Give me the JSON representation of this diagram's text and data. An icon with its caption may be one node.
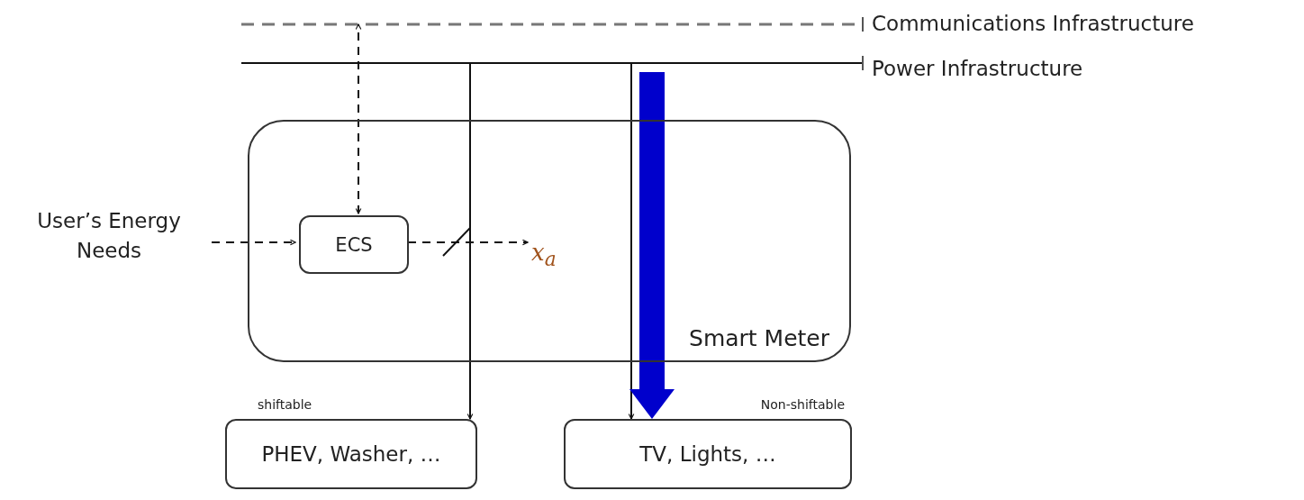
{
  "diagram": {
    "nodes": [
      {
        "text": [
          "Communications Infrastructure"
        ]
      },
      {
        "text": [
          "Power Infrastructure"
        ]
      },
      {
        "text": [
          "Smart Meter"
        ]
      },
      {
        "text": [
          "ECS"
        ],
        "in": 2
      },
      {
        "text": [
          "User’s Energy Needs"
        ]
      },
      {
        "text": [
          "x$_{a}$"
        ],
        "in": 2
      },
      {
        "text": [
          "PHEV, Washer, …"
        ],
        "beside": [
          "shiftable"
        ]
      },
      {
        "text": [
          "TV, Lights, …"
        ],
        "beside": [
          "Non-shiftable"
        ]
      }
    ],
    "edges": [
      {
        "from": 3,
        "to": 0,
        "arrow": "both",
        "style": "dashed"
      },
      {
        "from": 4,
        "to": 3,
        "arrow": "to",
        "style": "dashed"
      },
      {
        "from": 3,
        "to": 5,
        "arrow": "to",
        "style": "dashed"
      },
      {
        "from": 1,
        "to": 6,
        "arrow": "to"
      },
      {
        "from": 1,
        "to": 7,
        "arrow": "to"
      },
      {
        "from": 1,
        "to": 7,
        "arrow": "to",
        "style": "thick",
        "color": "#0000cc"
      }
    ]
  }
}
